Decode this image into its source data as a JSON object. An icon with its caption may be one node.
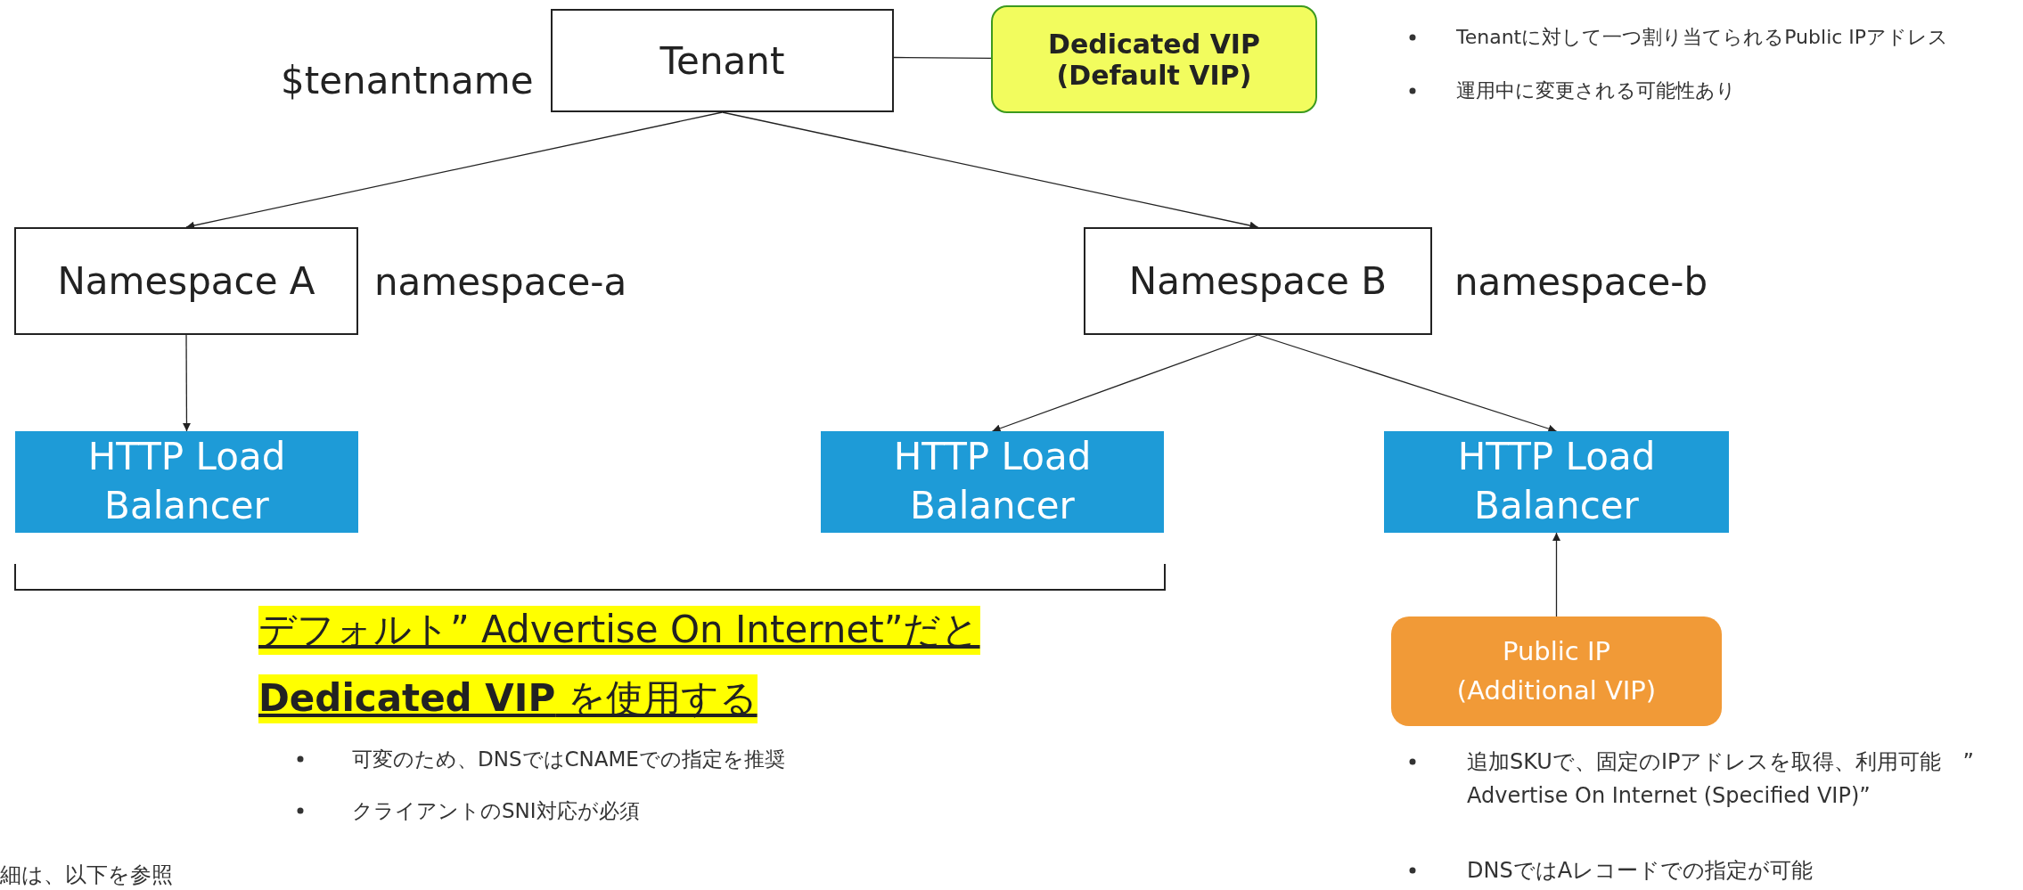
{
  "diagram": {
    "nodes": [
      {
        "text": [
          "Tenant"
        ],
        "beside": [
          "$tenantname"
        ]
      },
      {
        "text": [
          "Dedicated VIP (Default VIP)"
        ]
      },
      {
        "text": [
          "Namespace A"
        ],
        "beside": [
          "namespace-a"
        ]
      },
      {
        "text": [
          "Namespace B"
        ],
        "beside": [
          "namespace-b"
        ]
      },
      {
        "text": [
          "HTTP Load Balancer"
        ]
      },
      {
        "text": [
          "HTTP Load Balancer"
        ]
      },
      {
        "text": [
          "HTTP Load Balancer"
        ]
      },
      {
        "text": [
          "Public IP (Additional VIP)"
        ]
      }
    ],
    "edges": [
      {
        "from": 0,
        "to": 1,
        "arrow": "none"
      },
      {
        "from": 0,
        "to": 2,
        "arrow": "to"
      },
      {
        "from": 0,
        "to": 3,
        "arrow": "to"
      },
      {
        "from": 2,
        "to": 4,
        "arrow": "to"
      },
      {
        "from": 3,
        "to": 5,
        "arrow": "to"
      },
      {
        "from": 3,
        "to": 6,
        "arrow": "to"
      },
      {
        "from": 7,
        "to": 6,
        "arrow": "to"
      }
    ],
    "labels": [
      "Tenantに対して一つ割り当てられるPublic IPアドレス",
      "運用中に変更される可能性あり",
      "デフォルト” Advertise On Internet”だと",
      "**Dedicated VIP** を使用する",
      "可変のため、DNSではCNAMEでの指定を推奨",
      "クライアントのSNI対応が必須",
      "追加SKUで、固定のIPアドレスを取得、利用可能　” Advertise On Internet (Specified VIP)”",
      "DNSではAレコードでの指定が可能",
      "細は、以下を参照"
    ]
  }
}
